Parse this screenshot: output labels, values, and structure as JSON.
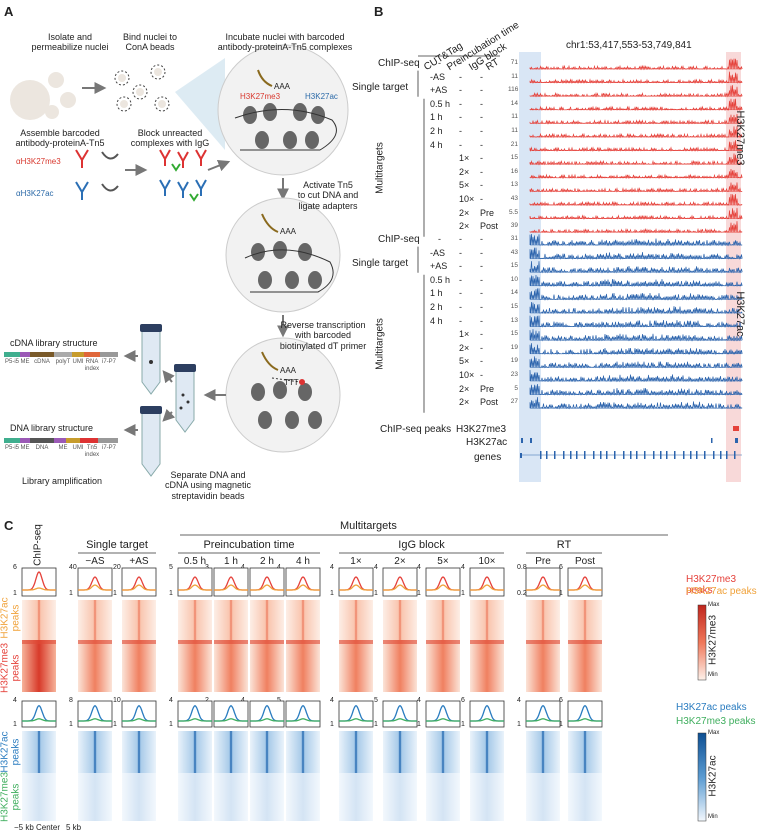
{
  "panels": {
    "a": "A",
    "b": "B",
    "c": "C"
  },
  "panelA": {
    "step1": "Isolate and\npermeabilize nuclei",
    "step2": "Bind nuclei to\nConA beads",
    "step3": "Incubate nuclei with barcoded\nantibody-proteinA-Tn5 complexes",
    "step4": "Assemble barcoded\nantibody-proteinA-Tn5",
    "step5": "Block unreacted\ncomplexes with IgG",
    "ab1": "αH3K27me3",
    "ab2": "αH3K27ac",
    "mark1": "H3K27me3",
    "mark2": "H3K27ac",
    "aaa": "AAA",
    "tttt": "TTT",
    "step6": "Activate Tn5\nto cut DNA and\nligate adapters",
    "step7": "Reverse transcription\nwith barcoded\nbiotinylated dT primer",
    "cdna_title": "cDNA library structure",
    "cdna_segments": [
      "P5-i5",
      "ME",
      "cDNA",
      "polyT",
      "UMI",
      "RNA\nindex",
      "i7-P7"
    ],
    "dna_title": "DNA library structure",
    "dna_segments": [
      "P5-i5",
      "ME",
      "DNA",
      "ME",
      "UMI",
      "Tn5\nindex",
      "i7-P7"
    ],
    "step8": "Separate DNA and\ncDNA using magnetic\nstreptavidin beads",
    "step9": "Library amplification"
  },
  "panelB": {
    "col_headers": [
      "CUT&Tag",
      "Preincubation time",
      "IgG block",
      "RT"
    ],
    "locus": "chr1:53,417,553-53,749,841",
    "sections": [
      {
        "mark": "H3K27me3",
        "color": "#e5413a",
        "rows": [
          {
            "label": "ChIP-seq",
            "c1": "-",
            "c2": "-",
            "c3": "-",
            "scale": "71"
          },
          {
            "label": "",
            "c1": "-AS",
            "c2": "-",
            "c3": "-",
            "scale": "11"
          },
          {
            "label": "",
            "c1": "+AS",
            "c2": "-",
            "c3": "-",
            "scale": "116"
          },
          {
            "label": "",
            "c1": "0.5 h",
            "c2": "-",
            "c3": "-",
            "scale": "14"
          },
          {
            "label": "",
            "c1": "1 h",
            "c2": "-",
            "c3": "-",
            "scale": "11"
          },
          {
            "label": "",
            "c1": "2 h",
            "c2": "-",
            "c3": "-",
            "scale": "11"
          },
          {
            "label": "",
            "c1": "4 h",
            "c2": "-",
            "c3": "-",
            "scale": "21"
          },
          {
            "label": "",
            "c1": "",
            "c2": "1×",
            "c3": "-",
            "scale": "15"
          },
          {
            "label": "",
            "c1": "",
            "c2": "2×",
            "c3": "-",
            "scale": "16"
          },
          {
            "label": "",
            "c1": "",
            "c2": "5×",
            "c3": "-",
            "scale": "13"
          },
          {
            "label": "",
            "c1": "",
            "c2": "10×",
            "c3": "-",
            "scale": "43"
          },
          {
            "label": "",
            "c1": "",
            "c2": "2×",
            "c3": "Pre",
            "scale": "5.5"
          },
          {
            "label": "",
            "c1": "",
            "c2": "2×",
            "c3": "Post",
            "scale": "39"
          }
        ]
      },
      {
        "mark": "H3K27ac",
        "color": "#2c64ad",
        "rows": [
          {
            "label": "ChIP-seq",
            "c1": "-",
            "c2": "-",
            "c3": "-",
            "scale": "31"
          },
          {
            "label": "",
            "c1": "-AS",
            "c2": "-",
            "c3": "-",
            "scale": "43"
          },
          {
            "label": "",
            "c1": "+AS",
            "c2": "-",
            "c3": "-",
            "scale": "15"
          },
          {
            "label": "",
            "c1": "0.5 h",
            "c2": "-",
            "c3": "-",
            "scale": "10"
          },
          {
            "label": "",
            "c1": "1 h",
            "c2": "-",
            "c3": "-",
            "scale": "14"
          },
          {
            "label": "",
            "c1": "2 h",
            "c2": "-",
            "c3": "-",
            "scale": "15"
          },
          {
            "label": "",
            "c1": "4 h",
            "c2": "-",
            "c3": "-",
            "scale": "13"
          },
          {
            "label": "",
            "c1": "",
            "c2": "1×",
            "c3": "-",
            "scale": "15"
          },
          {
            "label": "",
            "c1": "",
            "c2": "2×",
            "c3": "-",
            "scale": "19"
          },
          {
            "label": "",
            "c1": "",
            "c2": "5×",
            "c3": "-",
            "scale": "19"
          },
          {
            "label": "",
            "c1": "",
            "c2": "10×",
            "c3": "-",
            "scale": "23"
          },
          {
            "label": "",
            "c1": "",
            "c2": "2×",
            "c3": "Pre",
            "scale": "5"
          },
          {
            "label": "",
            "c1": "",
            "c2": "2×",
            "c3": "Post",
            "scale": "27"
          }
        ]
      }
    ],
    "single_target": "Single target",
    "multitargets": "Multitargets",
    "peaks_label": "ChIP-seq peaks",
    "peaks_rows": [
      "H3K27me3",
      "H3K27ac"
    ],
    "genes_label": "genes",
    "mark_labels": [
      "H3K27me3",
      "H3K27ac"
    ]
  },
  "panelC": {
    "multitargets": "Multitargets",
    "chipseq": "ChIP-seq",
    "groups": [
      "Single target",
      "Preincubation time",
      "IgG block",
      "RT"
    ],
    "columns": [
      "−AS",
      "+AS",
      "0.5 h",
      "1 h",
      "2 h",
      "4 h",
      "1×",
      "2×",
      "5×",
      "10×",
      "Pre",
      "Post"
    ],
    "me3_row_ymax": [
      "6",
      "40",
      "20",
      "5",
      "3",
      "4",
      "4",
      "4",
      "4",
      "4",
      "4",
      "0.8",
      "6"
    ],
    "me3_row_ymin": [
      "1",
      "1",
      "1",
      "1",
      "1",
      "1",
      "1",
      "1",
      "1",
      "1",
      "1",
      "0.2",
      "1"
    ],
    "ac_row_ymax": [
      "4",
      "8",
      "10",
      "4",
      "2",
      "4",
      "5",
      "4",
      "5",
      "4",
      "6",
      "4",
      "6"
    ],
    "ac_row_ymin": [
      "1",
      "1",
      "1",
      "1",
      "1",
      "1",
      "1",
      "1",
      "1",
      "1",
      "1",
      "1",
      "1"
    ],
    "legend1": [
      "H3K27me3 peaks",
      "H3K27ac peaks"
    ],
    "legend2": [
      "H3K27ac peaks",
      "H3K27me3 peaks"
    ],
    "heat_labels1": [
      "H3K27ac\npeaks",
      "H3K27me3\npeaks"
    ],
    "heat_labels2": [
      "H3K27ac\npeaks",
      "H3K27me3\npeaks"
    ],
    "colorbar1": {
      "title": "H3K27me3",
      "max": "Max",
      "min": "Min"
    },
    "colorbar2": {
      "title": "H3K27ac",
      "max": "Max",
      "min": "Min"
    },
    "xaxis": [
      "−5 kb",
      "Center",
      "5 kb"
    ],
    "colors": {
      "red": "#e5413a",
      "orange": "#f0a23a",
      "blue": "#2a7cc0",
      "green": "#3fae5e"
    }
  }
}
